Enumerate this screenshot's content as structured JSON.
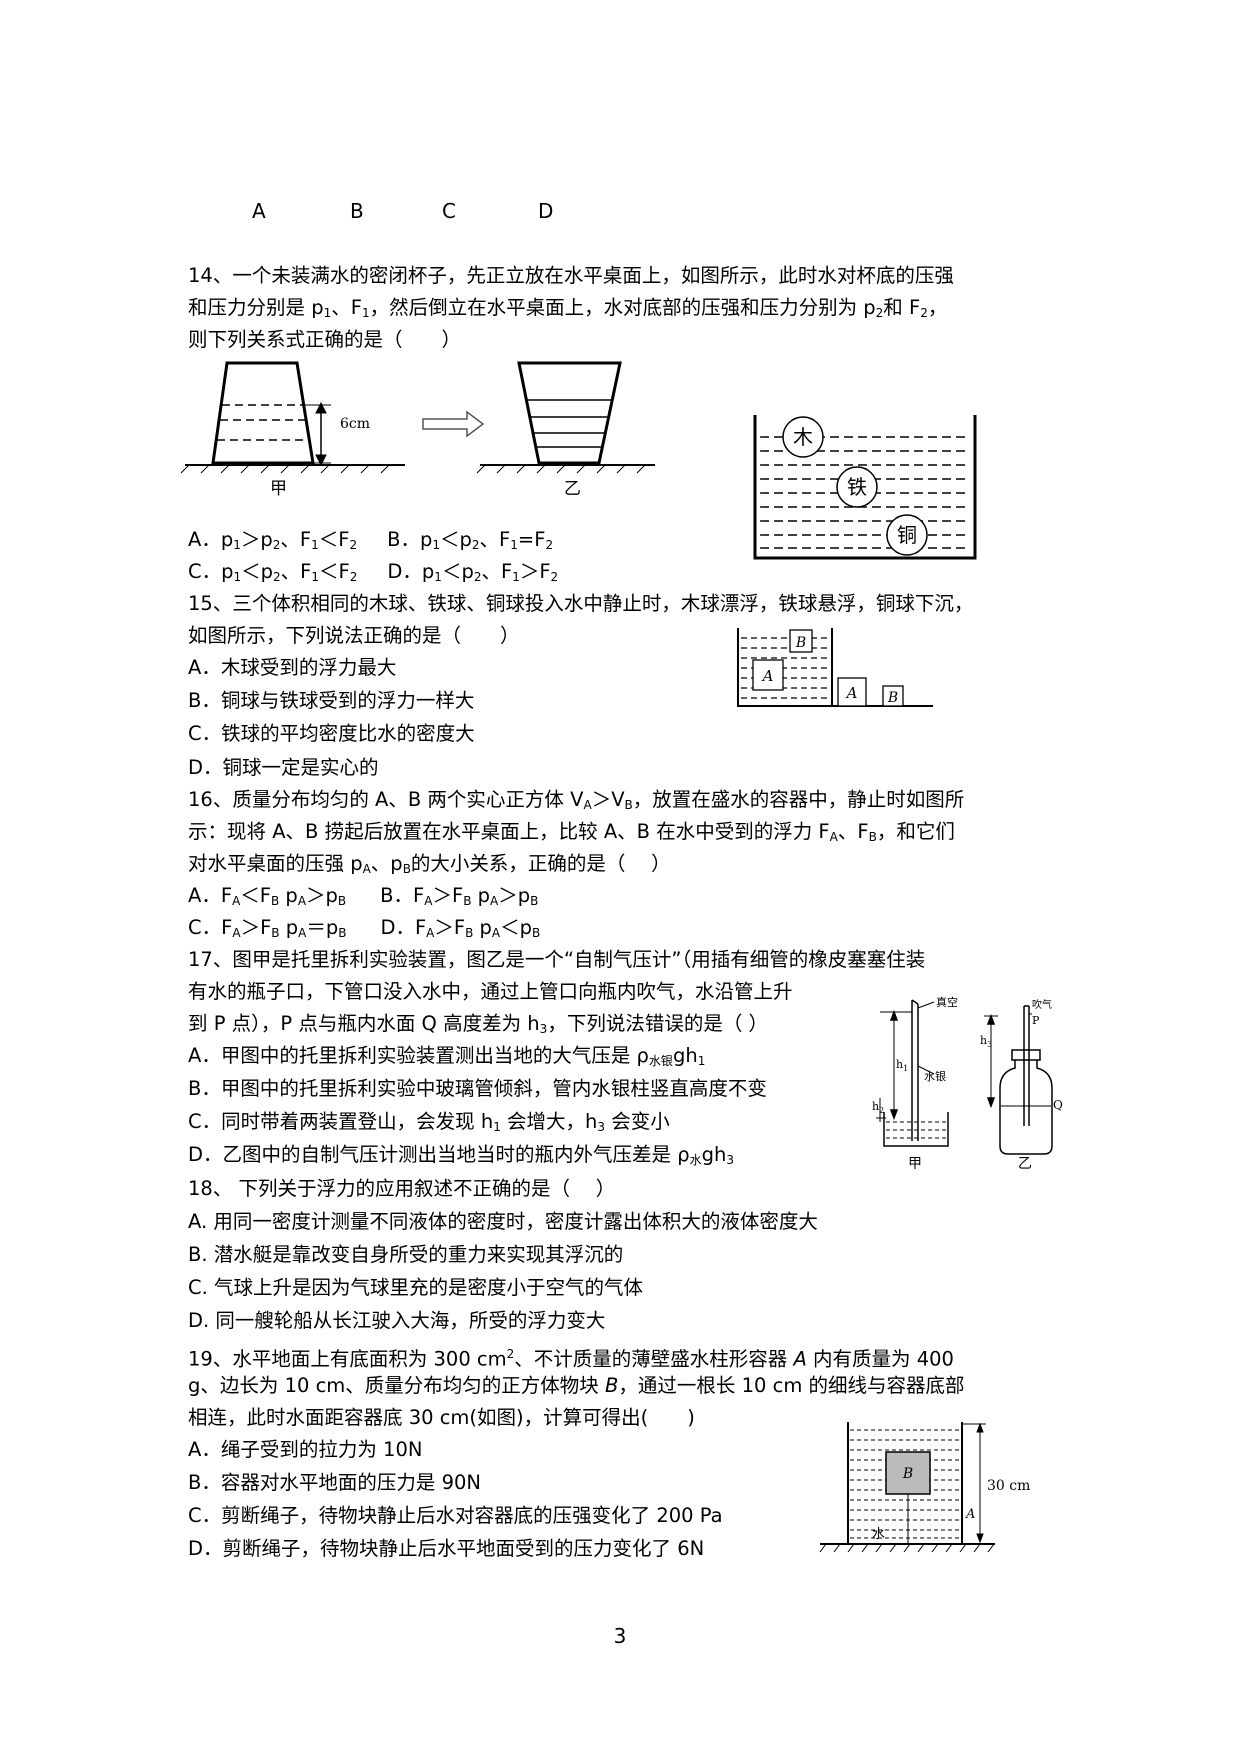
{
  "top_options": [
    "A",
    "B",
    "C",
    "D"
  ],
  "q14": {
    "stem1": "14、一个未装满水的密闭杯子，先正立放在水平桌面上，如图所示，此时水对杯底的压强",
    "stem2_a": "和压力分别是 p",
    "stem2_b": "、F",
    "stem2_c": "，然后倒立在水平桌面上，水对底部的压强和压力分别为 p",
    "stem2_d": "和 F",
    "stem2_e": "，",
    "stem3": "则下列关系式正确的是（　　）",
    "fig": {
      "label_height": "6cm",
      "label_left": "甲",
      "label_right": "乙"
    },
    "optA": {
      "a": "A．p",
      "b": "＞p",
      "c": "、F",
      "d": "＜F"
    },
    "optB": {
      "a": "B．p",
      "b": "＜p",
      "c": "、F",
      "d": "=F"
    },
    "optC": {
      "a": "C．p",
      "b": "＜p",
      "c": "、F",
      "d": "＜F"
    },
    "optD": {
      "a": "D．p",
      "b": "＜p",
      "c": "、F",
      "d": "＞F"
    }
  },
  "q15": {
    "stem1": "15、三个体积相同的木球、铁球、铜球投入水中静止时，木球漂浮，铁球悬浮，铜球下沉，",
    "stem2": "如图所示，下列说法正确的是（　　）",
    "fig": {
      "ball_wood": "木",
      "ball_iron": "铁",
      "ball_copper": "铜"
    },
    "options": [
      "A．木球受到的浮力最大",
      "B．铜球与铁球受到的浮力一样大",
      "C．铁球的平均密度比水的密度大",
      "D．铜球一定是实心的"
    ]
  },
  "q16": {
    "fig": {
      "block_a": "A",
      "block_b": "B"
    },
    "stem1_a": "16、质量分布均匀的 A、B 两个实心正方体 V",
    "stem1_b": "＞V",
    "stem1_c": "，放置在盛水的容器中，静止时如图所",
    "stem2_a": "示：现将 A、B 捞起后放置在水平桌面上，比较 A、B 在水中受到的浮力 F",
    "stem2_b": "、F",
    "stem2_c": "，和它们",
    "stem3_a": "对水平桌面的压强 p",
    "stem3_b": "、p",
    "stem3_c": "的大小关系，正确的是（　 ）",
    "optA": {
      "a": "A．F",
      "b": "＜F",
      "c": "  p",
      "d": "＞p"
    },
    "optB": {
      "a": "B．F",
      "b": "＞F",
      "c": "  p",
      "d": "＞p"
    },
    "optC": {
      "a": "C．F",
      "b": "＞F",
      "c": "  p",
      "d": "＝p"
    },
    "optD": {
      "a": "D．F",
      "b": "＞F",
      "c": "  p",
      "d": "＜p"
    }
  },
  "q17": {
    "stem1": "17、图甲是托里拆利实验装置，图乙是一个“自制气压计”（用插有细管的橡皮塞塞住装",
    "stem2": "有水的瓶子口，下管口没入水中，通过上管口向瓶内吹气，水沿管上升",
    "stem3_a": "到 P 点），P 点与瓶内水面 Q 高度差为 h",
    "stem3_b": "，下列说法错误的是（  ）",
    "optA_a": "A．甲图中的托里拆利实验装置测出当地的大气压是 ρ",
    "optA_b": "水银",
    "optA_c": "gh",
    "optB": "B．甲图中的托里拆利实验中玻璃管倾斜，管内水银柱竖直高度不变",
    "optC_a": "C．同时带着两装置登山，会发现 h",
    "optC_b": " 会增大，h",
    "optC_c": " 会变小",
    "optD_a": "D．乙图中的自制气压计测出当地当时的瓶内外气压差是 ρ",
    "optD_b": "水",
    "optD_c": "gh",
    "fig": {
      "vacuum": "真空",
      "mercury": "水银",
      "blow": "吹气",
      "p": "P",
      "q": "Q",
      "h1": "h",
      "h2": "h",
      "h3": "h",
      "label_left": "甲",
      "label_right": "乙"
    }
  },
  "q18": {
    "stem": "18、 下列关于浮力的应用叙述不正确的是（　 ）",
    "options": [
      "A. 用同一密度计测量不同液体的密度时，密度计露出体积大的液体密度大",
      "B. 潜水艇是靠改变自身所受的重力来实现其浮沉的",
      "C. 气球上升是因为气球里充的是密度小于空气的气体",
      "D. 同一艘轮船从长江驶入大海，所受的浮力变大"
    ]
  },
  "q19": {
    "stem1_a": "19、水平地面上有底面积为 300 cm",
    "stem1_b": "2",
    "stem1_c": "、不计质量的薄壁盛水柱形容器 ",
    "stem1_d": "A",
    "stem1_e": " 内有质量为 400",
    "stem2_a": "g、边长为 10 cm、质量分布均匀的正方体物块 ",
    "stem2_b": "B",
    "stem2_c": "，通过一根长 10 cm 的细线与容器底部",
    "stem3": "相连，此时水面距容器底 30 cm(如图)，计算可得出(　　)",
    "options": [
      "A．绳子受到的拉力为 10N",
      "B．容器对水平地面的压力是 90N",
      "C．剪断绳子，待物块静止后水对容器底的压强变化了 200 Pa",
      "D．剪断绳子，待物块静止后水平地面受到的压力变化了 6N"
    ],
    "fig": {
      "block": "B",
      "height": "30 cm",
      "container": "A",
      "water": "水"
    }
  },
  "sub": {
    "one": "1",
    "two": "2",
    "three": "3",
    "A": "A",
    "B": "B"
  },
  "page_number": "3"
}
